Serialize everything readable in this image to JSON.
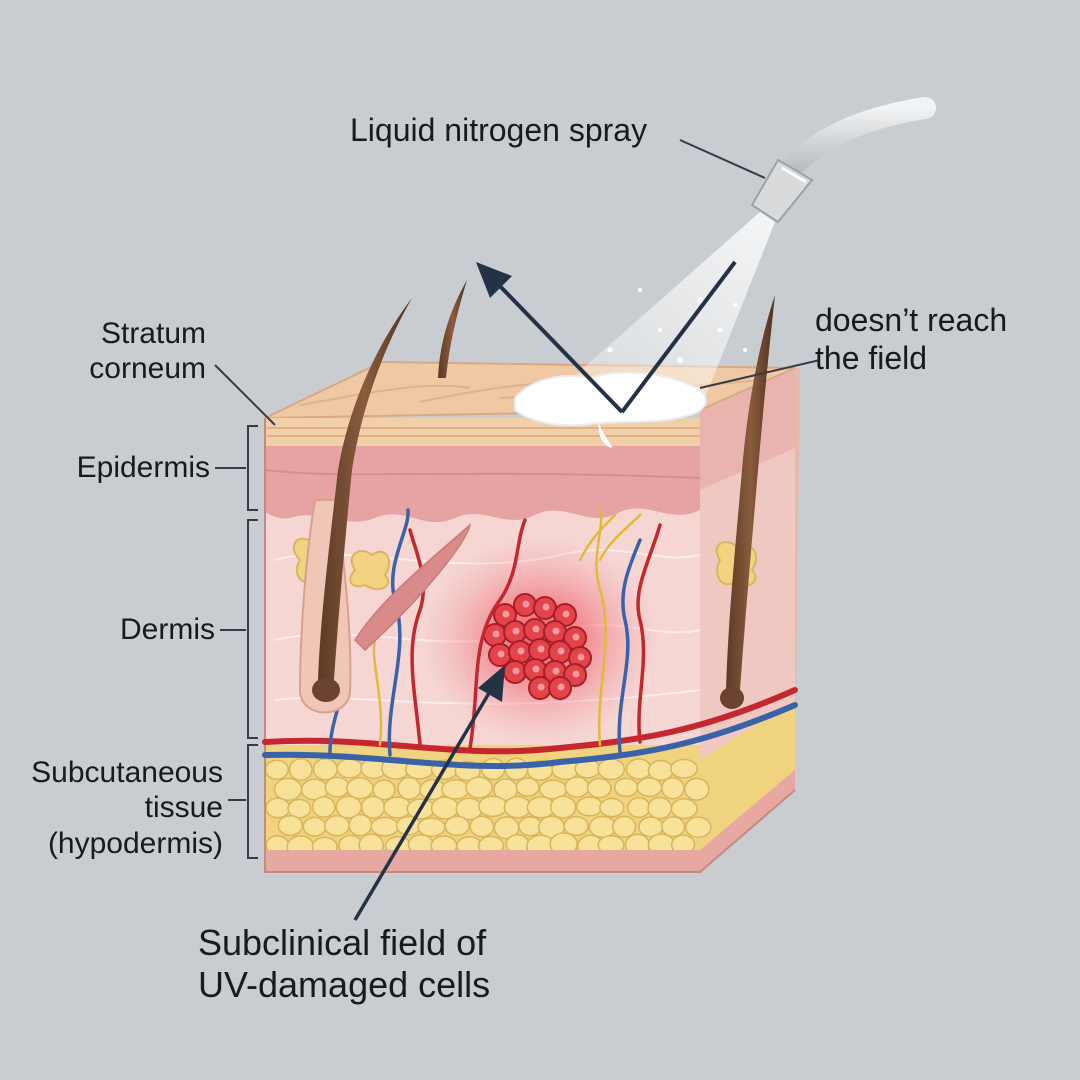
{
  "labels": {
    "spray": "Liquid nitrogen spray",
    "no_reach": "doesn’t reach\nthe field",
    "stratum_corneum": "Stratum\ncorneum",
    "epidermis": "Epidermis",
    "dermis": "Dermis",
    "subcutaneous": "Subcutaneous\ntissue\n(hypodermis)",
    "field": "Subclinical field of\nUV-damaged cells"
  },
  "icons": [
    "spray-nozzle-icon",
    "hair-follicle-icon",
    "blood-vessel-icon",
    "fat-cell-icon",
    "damaged-cell-cluster-icon"
  ],
  "colors": {
    "background": "#c9cdd1",
    "stratum": "#efc9a4",
    "epidermis": "#e6a3a3",
    "dermis": "#f5d6d3",
    "fat": "#f4d97a",
    "artery": "#c4272d",
    "vein": "#3a62a8",
    "nerve": "#e2b93a",
    "lesion": "#e5434a",
    "arrow": "#243247"
  }
}
